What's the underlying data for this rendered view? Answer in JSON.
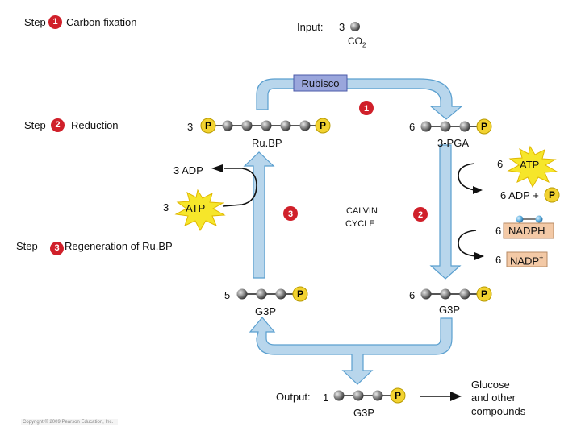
{
  "steps": {
    "step1": {
      "prefix": "Step",
      "num": "1",
      "label": "Carbon fixation"
    },
    "step2": {
      "prefix": "Step",
      "num": "2",
      "label": "Reduction"
    },
    "step3": {
      "prefix": "Step",
      "num": "3",
      "label": "Regeneration of Ru.BP"
    }
  },
  "input": {
    "label": "Input:",
    "count": "3",
    "molecule": "CO",
    "subscript": "2"
  },
  "enzyme": "Rubisco",
  "center": {
    "line1": "CALVIN",
    "line2": "CYCLE"
  },
  "molecules": {
    "rubp": {
      "count": "3",
      "name": "Ru.BP",
      "p": "P"
    },
    "pga": {
      "count": "6",
      "name": "3-PGA",
      "p": "P"
    },
    "g3p_right": {
      "count": "6",
      "name": "G3P",
      "p": "P"
    },
    "g3p_left": {
      "count": "5",
      "name": "G3P",
      "p": "P"
    },
    "g3p_out": {
      "label": "Output:",
      "count": "1",
      "name": "G3P",
      "p": "P"
    }
  },
  "cofactors": {
    "atp_right": {
      "count": "6",
      "label": "ATP"
    },
    "adp_right": {
      "text": "6 ADP +",
      "p": "P"
    },
    "nadph": {
      "count": "6",
      "label": "NADPH"
    },
    "nadp": {
      "count": "6",
      "label": "NADP",
      "sup": "+"
    },
    "atp_left": {
      "count": "3",
      "label": "ATP"
    },
    "adp_left": {
      "text": "3 ADP"
    }
  },
  "markers": {
    "m1": "1",
    "m2": "2",
    "m3": "3"
  },
  "product": {
    "line1": "Glucose",
    "line2": "and other",
    "line3": "compounds"
  },
  "copyright": "Copyright © 2009 Pearson Education, Inc.",
  "colors": {
    "arrow_fill": "#b8d6ec",
    "arrow_stroke": "#5a9fcf",
    "rubisco_fill": "#9aa6dc",
    "phosphate": "#f2d230",
    "atp_burst": "#f6e62a",
    "badge": "#d0202a",
    "nadph_fill": "#f3c9a6"
  }
}
